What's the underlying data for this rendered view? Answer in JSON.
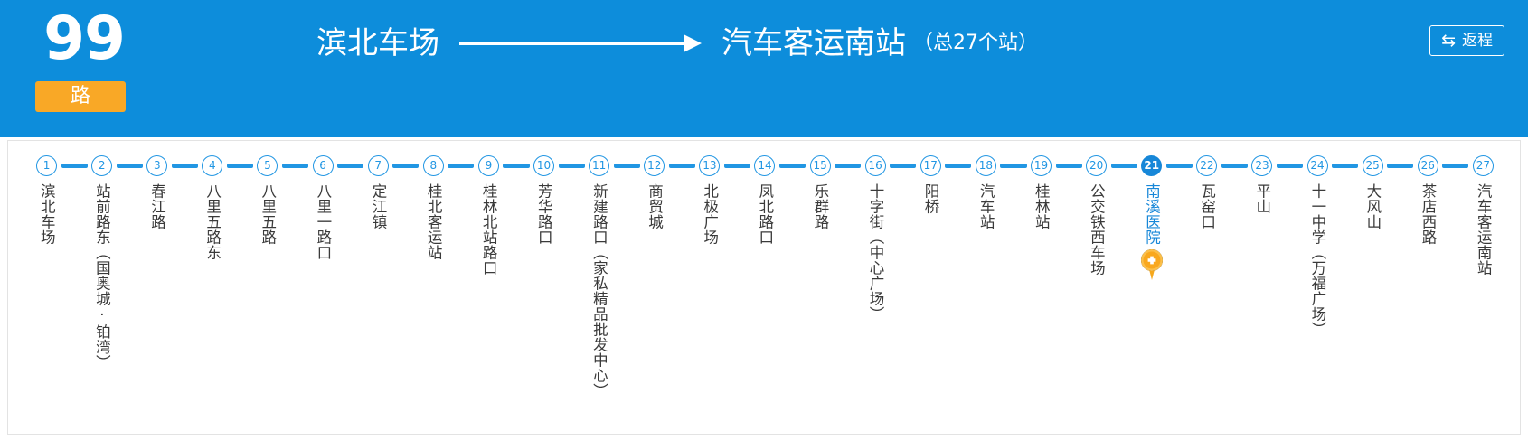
{
  "header": {
    "route_number": "99",
    "route_badge": "路",
    "direction_from": "滨北车场",
    "direction_to": "汽车客运南站",
    "direction_count": "（总27个站）",
    "arrow_icon": "right-arrow-icon",
    "return_button": {
      "label": "返程",
      "icon": "swap-arrows-icon",
      "icon_glyph": "⇆"
    }
  },
  "colors": {
    "header_blue": "#0d8ddb",
    "badge_orange": "#f9a826",
    "station_blue": "#2196e3",
    "active_blue": "#1787d8",
    "pin_orange": "#f9b233",
    "label_gray": "#3a3a3a"
  },
  "route": {
    "active_index": 21,
    "total": 27,
    "stations": [
      {
        "num": "1",
        "name": "滨北车场"
      },
      {
        "num": "2",
        "name": "站前路东（国奥城·铂湾）"
      },
      {
        "num": "3",
        "name": "春江路"
      },
      {
        "num": "4",
        "name": "八里五路东"
      },
      {
        "num": "5",
        "name": "八里五路"
      },
      {
        "num": "6",
        "name": "八里一路口"
      },
      {
        "num": "7",
        "name": "定江镇"
      },
      {
        "num": "8",
        "name": "桂北客运站"
      },
      {
        "num": "9",
        "name": "桂林北站路口"
      },
      {
        "num": "10",
        "name": "芳华路口"
      },
      {
        "num": "11",
        "name": "新建路口（家私精品批发中心）"
      },
      {
        "num": "12",
        "name": "商贸城"
      },
      {
        "num": "13",
        "name": "北极广场"
      },
      {
        "num": "14",
        "name": "凤北路口"
      },
      {
        "num": "15",
        "name": "乐群路"
      },
      {
        "num": "16",
        "name": "十字街（中心广场）"
      },
      {
        "num": "17",
        "name": "阳桥"
      },
      {
        "num": "18",
        "name": "汽车站"
      },
      {
        "num": "19",
        "name": "桂林站"
      },
      {
        "num": "20",
        "name": "公交铁西车场"
      },
      {
        "num": "21",
        "name": "南溪医院",
        "active": true,
        "pin_icon": "hospital-pin-icon"
      },
      {
        "num": "22",
        "name": "瓦窑口"
      },
      {
        "num": "23",
        "name": "平山"
      },
      {
        "num": "24",
        "name": "十一中学（万福广场）"
      },
      {
        "num": "25",
        "name": "大风山"
      },
      {
        "num": "26",
        "name": "茶店西路"
      },
      {
        "num": "27",
        "name": "汽车客运南站"
      }
    ]
  }
}
